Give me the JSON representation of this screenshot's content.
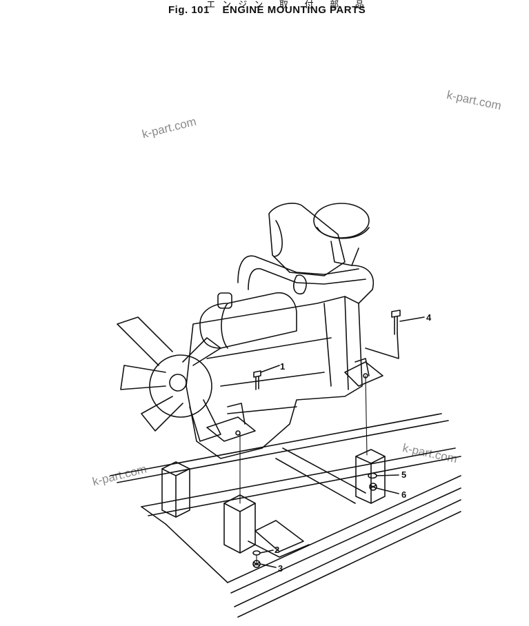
{
  "title": {
    "japanese": "エンジン 取 付 部 品",
    "fig_number": "Fig. 101",
    "name": "ENGINE MOUNTING PARTS"
  },
  "watermarks": [
    "k-part.com",
    "k-part.com",
    "k-part.com",
    "k-part.com"
  ],
  "callouts": [
    {
      "id": "1",
      "label": "1"
    },
    {
      "id": "2",
      "label": "2"
    },
    {
      "id": "3",
      "label": "3"
    },
    {
      "id": "4",
      "label": "4"
    },
    {
      "id": "5",
      "label": "5"
    },
    {
      "id": "6",
      "label": "6"
    }
  ]
}
